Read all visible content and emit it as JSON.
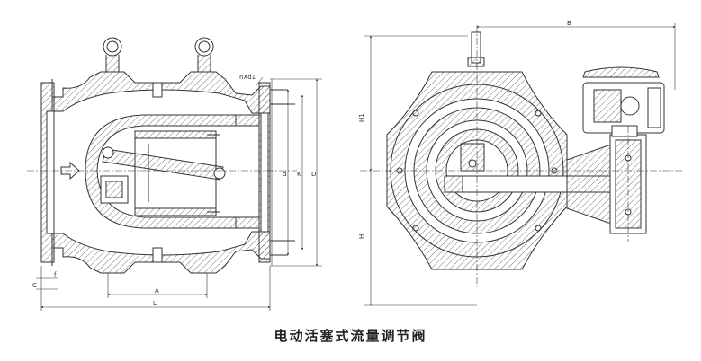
{
  "caption": "电动活塞式流量调节阀",
  "labels": {
    "bolt_spec": "nXd1",
    "dim_d": "d",
    "dim_k": "K",
    "dim_D": "D",
    "dim_A": "A",
    "dim_L": "L",
    "dim_f": "f",
    "dim_c": "C",
    "dim_B": "B",
    "dim_H1": "H1",
    "dim_H": "H"
  },
  "colors": {
    "line": "#333333",
    "hatch": "#555555"
  }
}
